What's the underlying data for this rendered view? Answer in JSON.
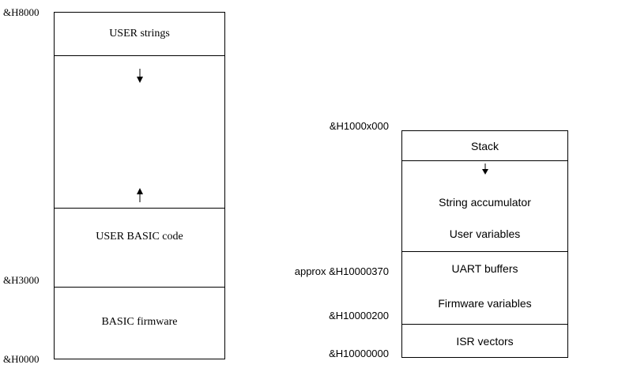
{
  "left_diagram": {
    "labels": {
      "top": "&H8000",
      "middle": "&H3000",
      "bottom": "&H0000"
    },
    "sections": {
      "user_strings": "USER strings",
      "user_basic_code": "USER BASIC code",
      "basic_firmware": "BASIC firmware"
    }
  },
  "right_diagram": {
    "labels": {
      "top": "&H1000x000",
      "approx": "approx &H10000370",
      "isr_top": "&H10000200",
      "bottom": "&H10000000"
    },
    "sections": {
      "stack": "Stack",
      "string_accumulator": "String accumulator",
      "user_variables": "User variables",
      "uart_buffers": "UART buffers",
      "firmware_variables": "Firmware variables",
      "isr_vectors": "ISR vectors"
    }
  },
  "colors": {
    "line": "#000000",
    "background": "#ffffff",
    "text": "#000000"
  }
}
